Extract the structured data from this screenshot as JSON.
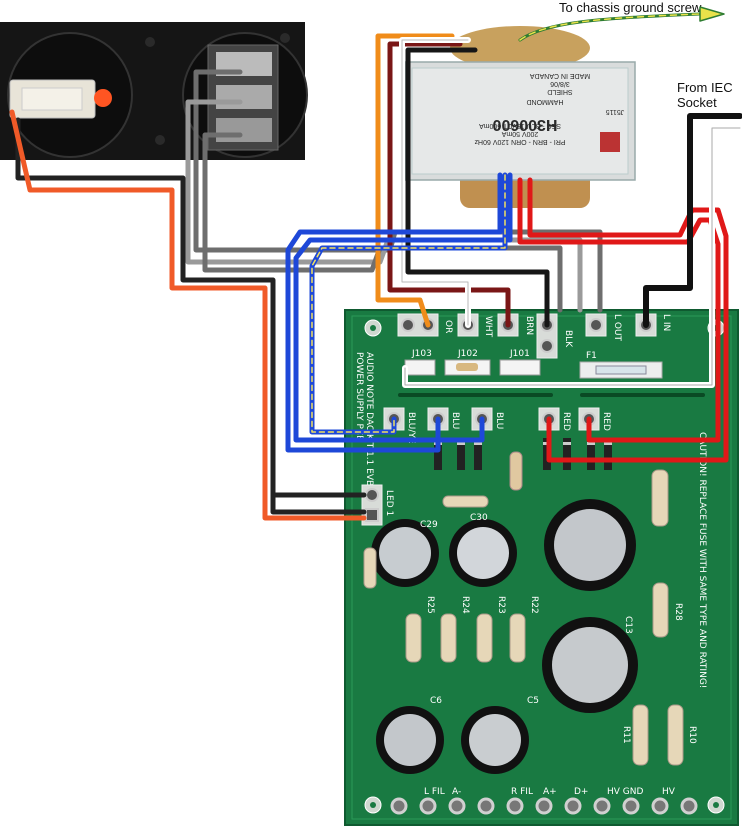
{
  "annotations": {
    "chassis_ground": "To chassis ground screw",
    "iec_line1": "From IEC",
    "iec_line2": "Socket"
  },
  "transformer": {
    "part_number": "H300600",
    "brand": "HAMMOND",
    "line1": "PRI - BRN - ORN 120V 60Hz",
    "line2": "200V 50mA",
    "line3": "SEC - BLU 18VCT 600mA",
    "line4": "SHIELD",
    "line5": "3/8/06",
    "line6": "MADE IN CANADA",
    "code": "J5115"
  },
  "pcb": {
    "title1": "POWER SUPPLY PCB",
    "title2": "AUDIO NOTE DAC KIT 1.1 EVB",
    "warning": "CAUTION! REPLACE FUSE WITH SAME TYPE AND RATING!",
    "top_pads": {
      "or": "OR",
      "wht": "WHT",
      "brn": "BRN",
      "blk": "BLK",
      "l_out": "L OUT",
      "l_in": "L IN"
    },
    "headers": {
      "j103": "J103",
      "j102": "J102",
      "j101": "J101",
      "f1": "F1"
    },
    "mid_pads": {
      "blu_ye": "BLU/YE",
      "blu1": "BLU",
      "blu2": "BLU",
      "red1": "RED",
      "red2": "RED"
    },
    "led": "LED 1",
    "caps": {
      "c29": "C29",
      "c30": "C30",
      "c13": "C13",
      "c6": "C6",
      "c5": "C5"
    },
    "resistors": {
      "r25": "R25",
      "r24": "R24",
      "r23": "R23",
      "r22": "R22",
      "r28": "R28",
      "r11": "R11",
      "r10": "R10"
    },
    "bottom_pads": [
      "L FIL",
      "A-",
      "R FIL",
      "A+",
      "D+",
      "HV GND",
      "HV"
    ]
  }
}
